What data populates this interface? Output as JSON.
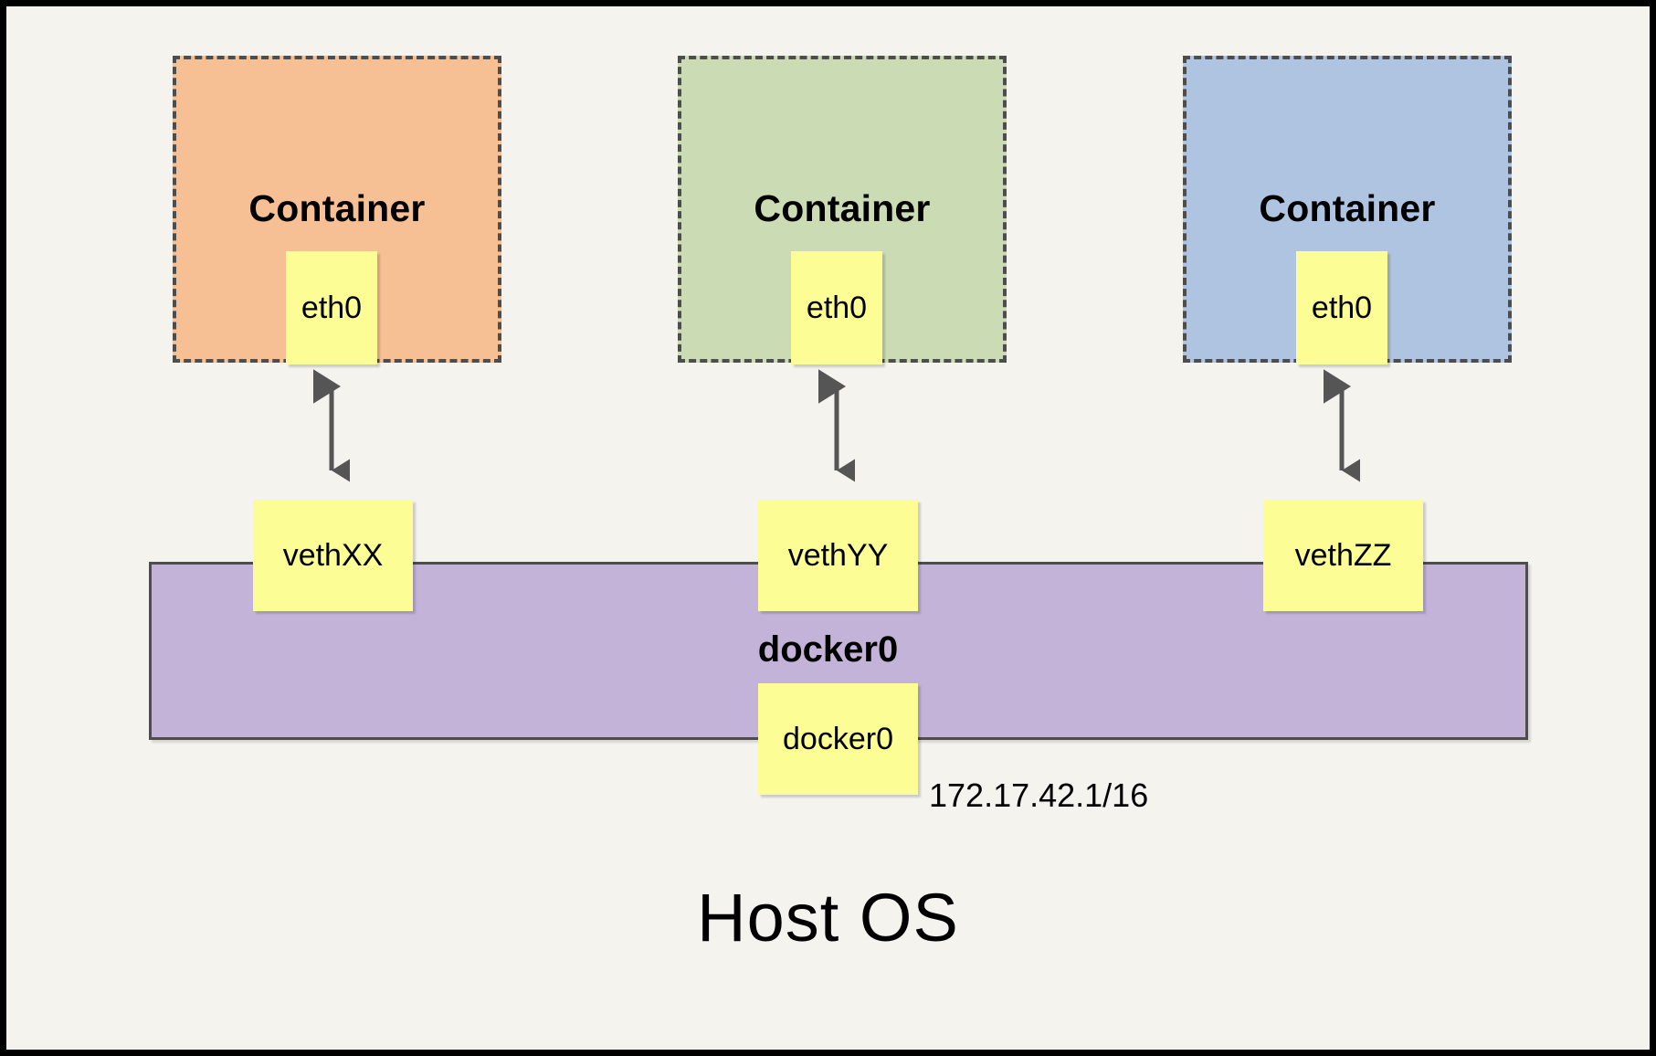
{
  "diagram": {
    "title_text": "Host OS",
    "background_color": "#f4f3ee",
    "frame_color": "#000000"
  },
  "containers": [
    {
      "name": "container-1",
      "label": "Container",
      "fill": "#f7c094",
      "border": "#4d4d4d",
      "interface": {
        "label": "eth0",
        "fill": "#fdfd96"
      }
    },
    {
      "name": "container-2",
      "label": "Container",
      "fill": "#cbdcb4",
      "border": "#4d4d4d",
      "interface": {
        "label": "eth0",
        "fill": "#fdfd96"
      }
    },
    {
      "name": "container-3",
      "label": "Container",
      "fill": "#afc4e0",
      "border": "#4d4d4d",
      "interface": {
        "label": "eth0",
        "fill": "#fdfd96"
      }
    }
  ],
  "bridge": {
    "name": "docker0",
    "label": "docker0",
    "fill": "#c4b3d9",
    "border": "#4d4d4d",
    "interface_label": "docker0",
    "ip_address": "172.17.42.1/16"
  },
  "veth_pairs": [
    {
      "label": "vethXX",
      "fill": "#fdfd96"
    },
    {
      "label": "vethYY",
      "fill": "#fdfd96"
    },
    {
      "label": "vethZZ",
      "fill": "#fdfd96"
    }
  ],
  "arrows": {
    "color": "#555555",
    "style": "double-headed-vertical",
    "count": 3
  }
}
